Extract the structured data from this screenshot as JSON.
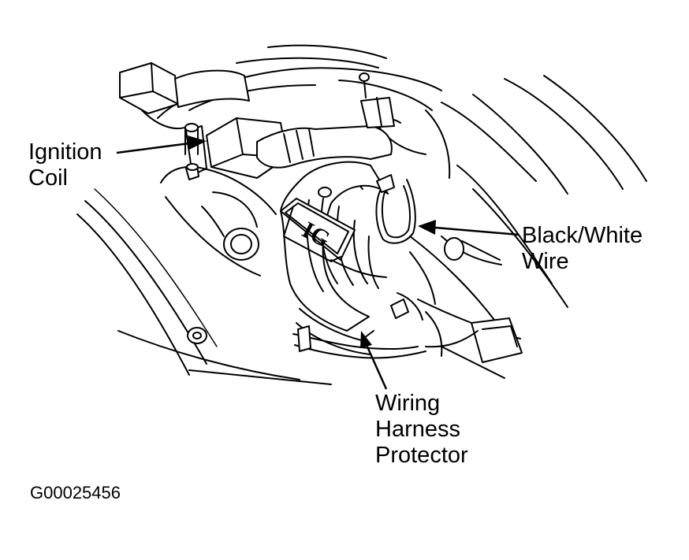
{
  "callouts": {
    "ignition_coil": [
      "Ignition",
      "Coil"
    ],
    "black_white_wire": [
      "Black/White",
      "Wire"
    ],
    "wiring_harness_protector": [
      "Wiring",
      "Harness",
      "Protector"
    ]
  },
  "tag_text": "IG",
  "figure_id": "G00025456"
}
